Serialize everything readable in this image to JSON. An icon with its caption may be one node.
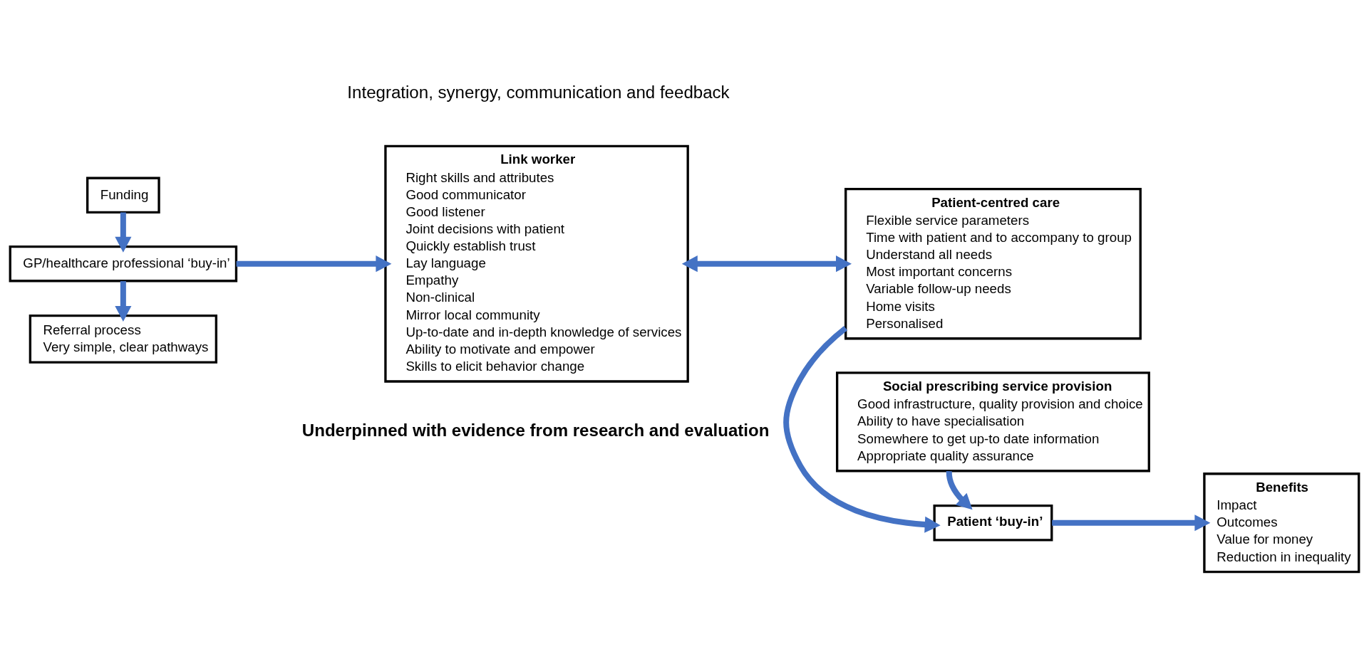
{
  "diagram": {
    "nodes": [
      {
        "text": [
          "Funding"
        ]
      },
      {
        "text": [
          "GP/healthcare professional ‘buy-in’"
        ]
      },
      {
        "text": [
          "Referral process",
          "Very simple, clear pathways"
        ]
      },
      {
        "text": [
          "Link worker",
          "Right skills and attributes",
          "Good communicator",
          "Good listener",
          "Joint decisions with patient",
          "Quickly establish trust",
          "Lay language",
          "Empathy",
          "Non-clinical",
          "Mirror local community",
          "Up-to-date and in-depth knowledge of services",
          "Ability to motivate and empower",
          "Skills to elicit behavior change"
        ]
      },
      {
        "text": [
          "Patient-centred care",
          "Flexible service parameters",
          "Time with patient and to accompany to group",
          "Understand all needs",
          "Most important concerns",
          "Variable follow-up needs",
          "Home visits",
          "Personalised"
        ]
      },
      {
        "text": [
          "Patient ‘buy-in’"
        ]
      },
      {
        "text": [
          "Social prescribing service provision",
          "Good infrastructure, quality provision and choice",
          "Ability to have specialisation",
          "Somewhere to get up-to date information",
          "Appropriate quality assurance"
        ]
      },
      {
        "text": [
          "Benefits",
          "Impact",
          "Outcomes",
          "Value for money",
          "Reduction in inequality"
        ]
      }
    ],
    "edges": [
      {
        "from": 0,
        "to": 1,
        "arrow": "to"
      },
      {
        "from": 1,
        "to": 2,
        "arrow": "to"
      },
      {
        "from": 1,
        "to": 3,
        "arrow": "to"
      },
      {
        "from": 3,
        "to": 4,
        "arrow": "both"
      },
      {
        "from": 4,
        "to": 5,
        "arrow": "to"
      },
      {
        "from": 6,
        "to": 5,
        "arrow": "to"
      },
      {
        "from": 5,
        "to": 7,
        "arrow": "to"
      }
    ],
    "labels": [
      "Integration, synergy, communication and feedback",
      "Underpinned with evidence from research and evaluation"
    ]
  }
}
